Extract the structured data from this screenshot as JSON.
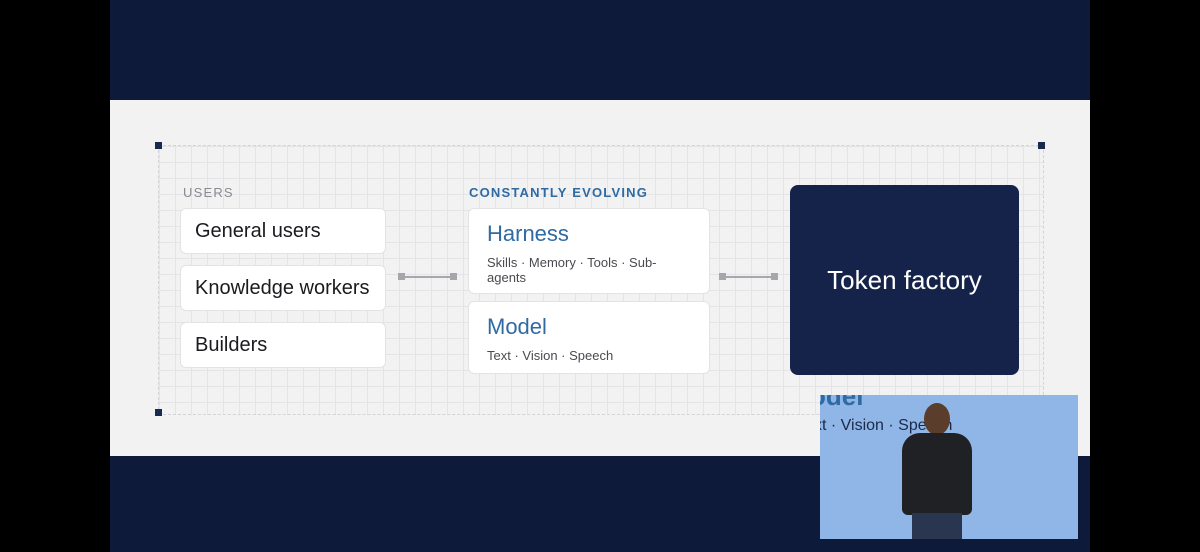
{
  "slide": {
    "users_label": "USERS",
    "evolving_label": "CONSTANTLY EVOLVING",
    "users": [
      "General users",
      "Knowledge workers",
      "Builders"
    ],
    "harness": {
      "title": "Harness",
      "subtitle": "Skills · Memory · Tools · Sub-agents"
    },
    "model": {
      "title": "Model",
      "subtitle": "Text · Vision · Speech"
    },
    "token_factory": "Token factory"
  },
  "pip": {
    "caption_top": "odel",
    "caption": "xt · Vision · Speech"
  }
}
